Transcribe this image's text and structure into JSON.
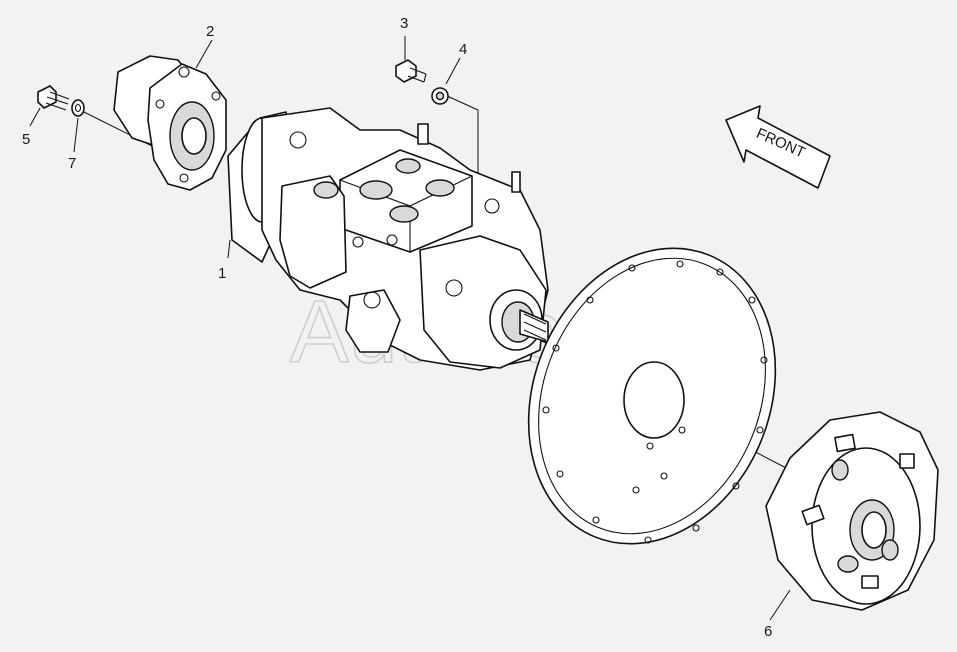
{
  "diagram": {
    "watermark": "Autosoft",
    "direction_label": "FRONT",
    "callouts": [
      {
        "id": "1",
        "label": "1"
      },
      {
        "id": "2",
        "label": "2"
      },
      {
        "id": "3",
        "label": "3"
      },
      {
        "id": "4",
        "label": "4"
      },
      {
        "id": "5",
        "label": "5"
      },
      {
        "id": "6",
        "label": "6"
      },
      {
        "id": "7",
        "label": "7"
      }
    ]
  }
}
